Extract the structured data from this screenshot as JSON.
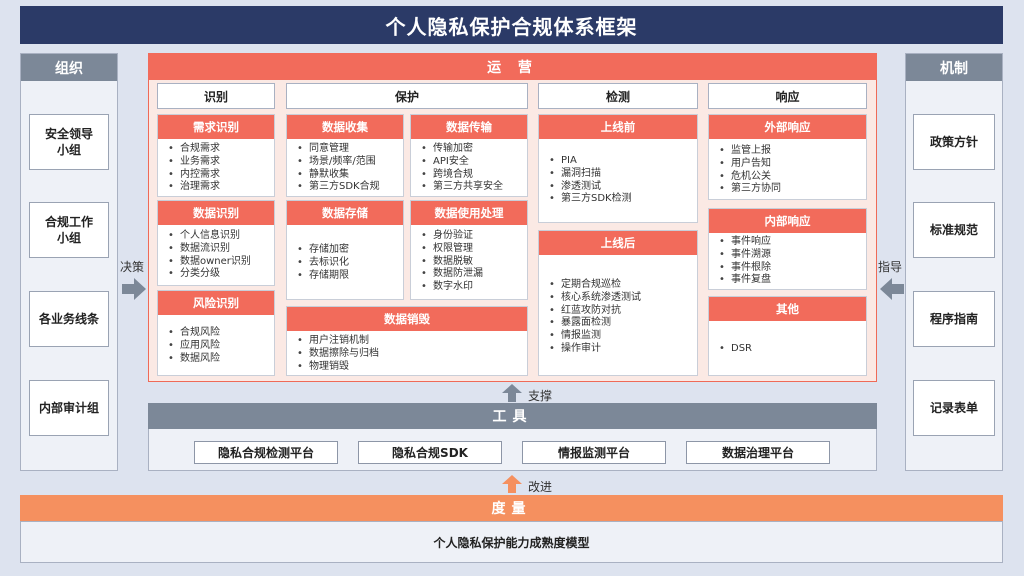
{
  "title": "个人隐私保护合规体系框架",
  "org": {
    "header": "组织",
    "items": [
      "安全领导\n小组",
      "合规工作\n小组",
      "各业务线条",
      "内部审计组"
    ]
  },
  "mechanism": {
    "header": "机制",
    "items": [
      "政策方针",
      "标准规范",
      "程序指南",
      "记录表单"
    ]
  },
  "decision_label": "决策",
  "guide_label": "指导",
  "operations": {
    "header": "运 营",
    "columns": [
      "识别",
      "保护",
      "检测",
      "响应"
    ],
    "cards": {
      "demand": {
        "title": "需求识别",
        "items": [
          "合规需求",
          "业务需求",
          "内控需求",
          "治理需求"
        ]
      },
      "data_id": {
        "title": "数据识别",
        "items": [
          "个人信息识别",
          "数据流识别",
          "数据owner识别",
          "分类分级"
        ]
      },
      "risk": {
        "title": "风险识别",
        "items": [
          "合规风险",
          "应用风险",
          "数据风险"
        ]
      },
      "collect": {
        "title": "数据收集",
        "items": [
          "同意管理",
          "场景/频率/范围",
          "静默收集",
          "第三方SDK合规"
        ]
      },
      "transfer": {
        "title": "数据传输",
        "items": [
          "传输加密",
          "API安全",
          "跨境合规",
          "第三方共享安全"
        ]
      },
      "storage": {
        "title": "数据存储",
        "items": [
          "存储加密",
          "去标识化",
          "存储期限"
        ]
      },
      "usage": {
        "title": "数据使用处理",
        "items": [
          "身份验证",
          "权限管理",
          "数据脱敏",
          "数据防泄漏",
          "数字水印"
        ]
      },
      "destroy": {
        "title": "数据销毁",
        "items": [
          "用户注销机制",
          "数据擦除与归档",
          "物理销毁"
        ]
      },
      "prelaunch": {
        "title": "上线前",
        "items": [
          "PIA",
          "漏洞扫描",
          "渗透测试",
          "第三方SDK检测"
        ]
      },
      "postlaunch": {
        "title": "上线后",
        "items": [
          "定期合规巡检",
          "核心系统渗透测试",
          "红蓝攻防对抗",
          "暴露面检测",
          "情报监测",
          "操作审计"
        ]
      },
      "external": {
        "title": "外部响应",
        "items": [
          "监管上报",
          "用户告知",
          "危机公关",
          "第三方协同"
        ]
      },
      "internal": {
        "title": "内部响应",
        "items": [
          "事件响应",
          "事件溯源",
          "事件根除",
          "事件复盘"
        ]
      },
      "other": {
        "title": "其他",
        "items": [
          "DSR"
        ]
      }
    }
  },
  "support_label": "支撑",
  "tools": {
    "header": "工具",
    "items": [
      "隐私合规检测平台",
      "隐私合规SDK",
      "情报监测平台",
      "数据治理平台"
    ]
  },
  "improve_label": "改进",
  "measure": {
    "header": "度量",
    "body": "个人隐私保护能力成熟度模型"
  },
  "colors": {
    "navy": "#2b3a67",
    "coral": "#f26b5b",
    "orange": "#f5905f",
    "gray": "#7c8898"
  }
}
